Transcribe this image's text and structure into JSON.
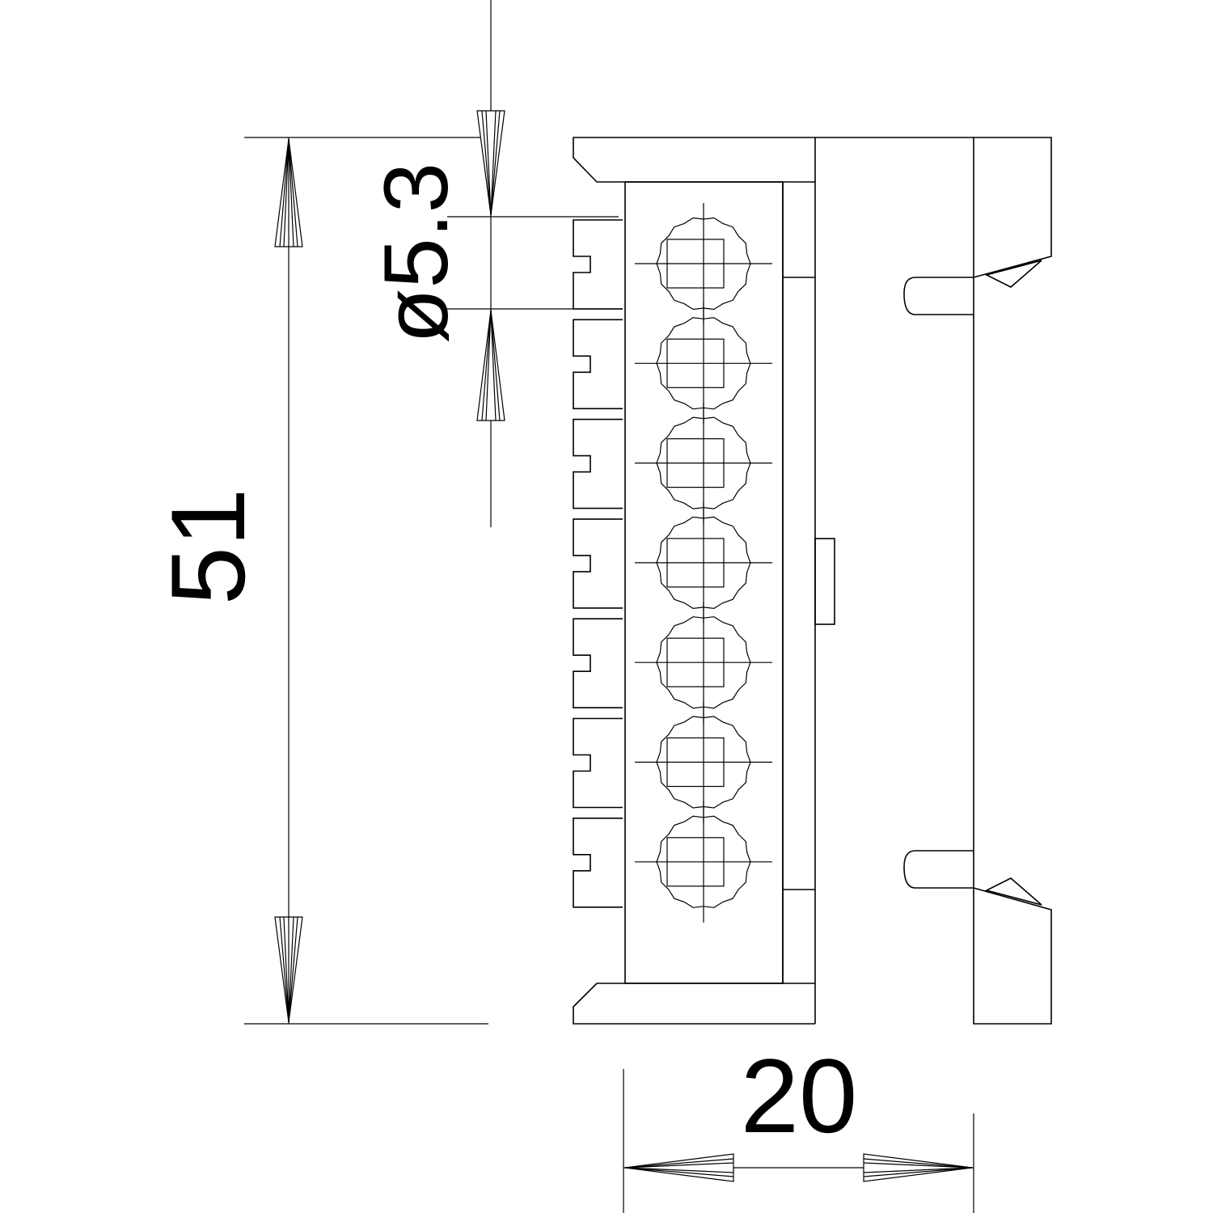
{
  "dimensions": {
    "height": "51",
    "hole_diameter": "ø5.3",
    "width": "20"
  },
  "terminal_count": 7
}
